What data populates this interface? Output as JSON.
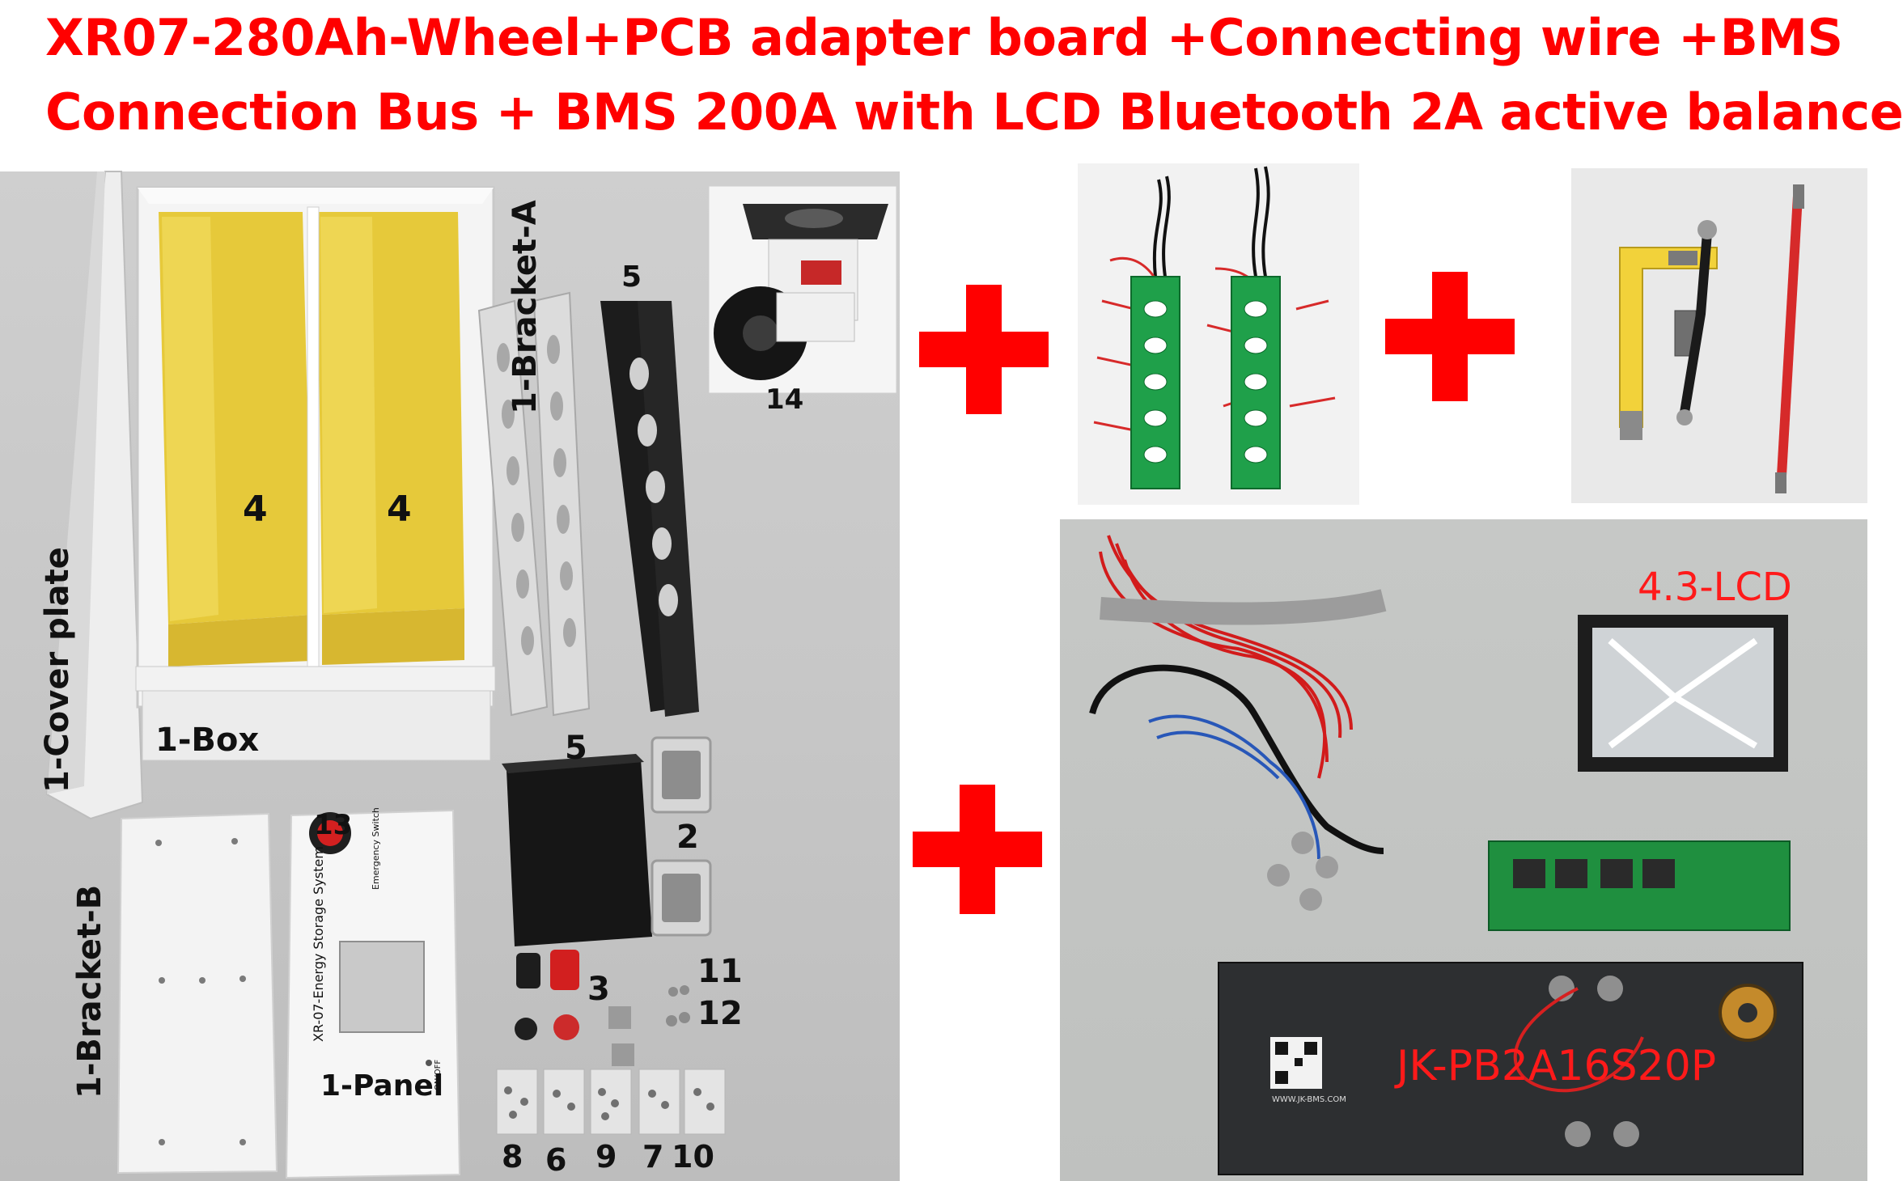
{
  "title": {
    "line1": "XR07-280Ah-Wheel+PCB adapter board +Connecting wire +BMS",
    "line2": "Connection Bus + BMS 200A with LCD Bluetooth 2A active balance"
  },
  "labels": {
    "cover_plate": "1-Cover plate",
    "box": "1-Box",
    "bracket_a": "1-Bracket-A",
    "bracket_b": "1-Bracket-B",
    "panel": "1-Panel",
    "item_4a": "4",
    "item_4b": "4",
    "item_5a": "5",
    "item_5b": "5",
    "item_14": "14",
    "item_2": "2",
    "item_13": "13",
    "item_3": "3",
    "item_11": "11",
    "item_12": "12",
    "item_8": "8",
    "item_6": "6",
    "item_9": "9",
    "item_7": "7",
    "item_10": "10"
  },
  "panel_print": {
    "system_name": "XR-07-Energy Storage System",
    "emergency_switch": "Emergency Switch",
    "on_off": "ON/OFF"
  },
  "bms": {
    "lcd_label": "4.3-LCD",
    "board_model": "JK-PB2A16S20P",
    "website": "WWW.JK-BMS.COM"
  },
  "colors": {
    "title_red": "#ff0000",
    "plus_red": "#ff0000",
    "box_insulation_yellow": "#e9cf3c",
    "pcb_green": "#1fa04a",
    "bus_yellow": "#f2d23a"
  }
}
